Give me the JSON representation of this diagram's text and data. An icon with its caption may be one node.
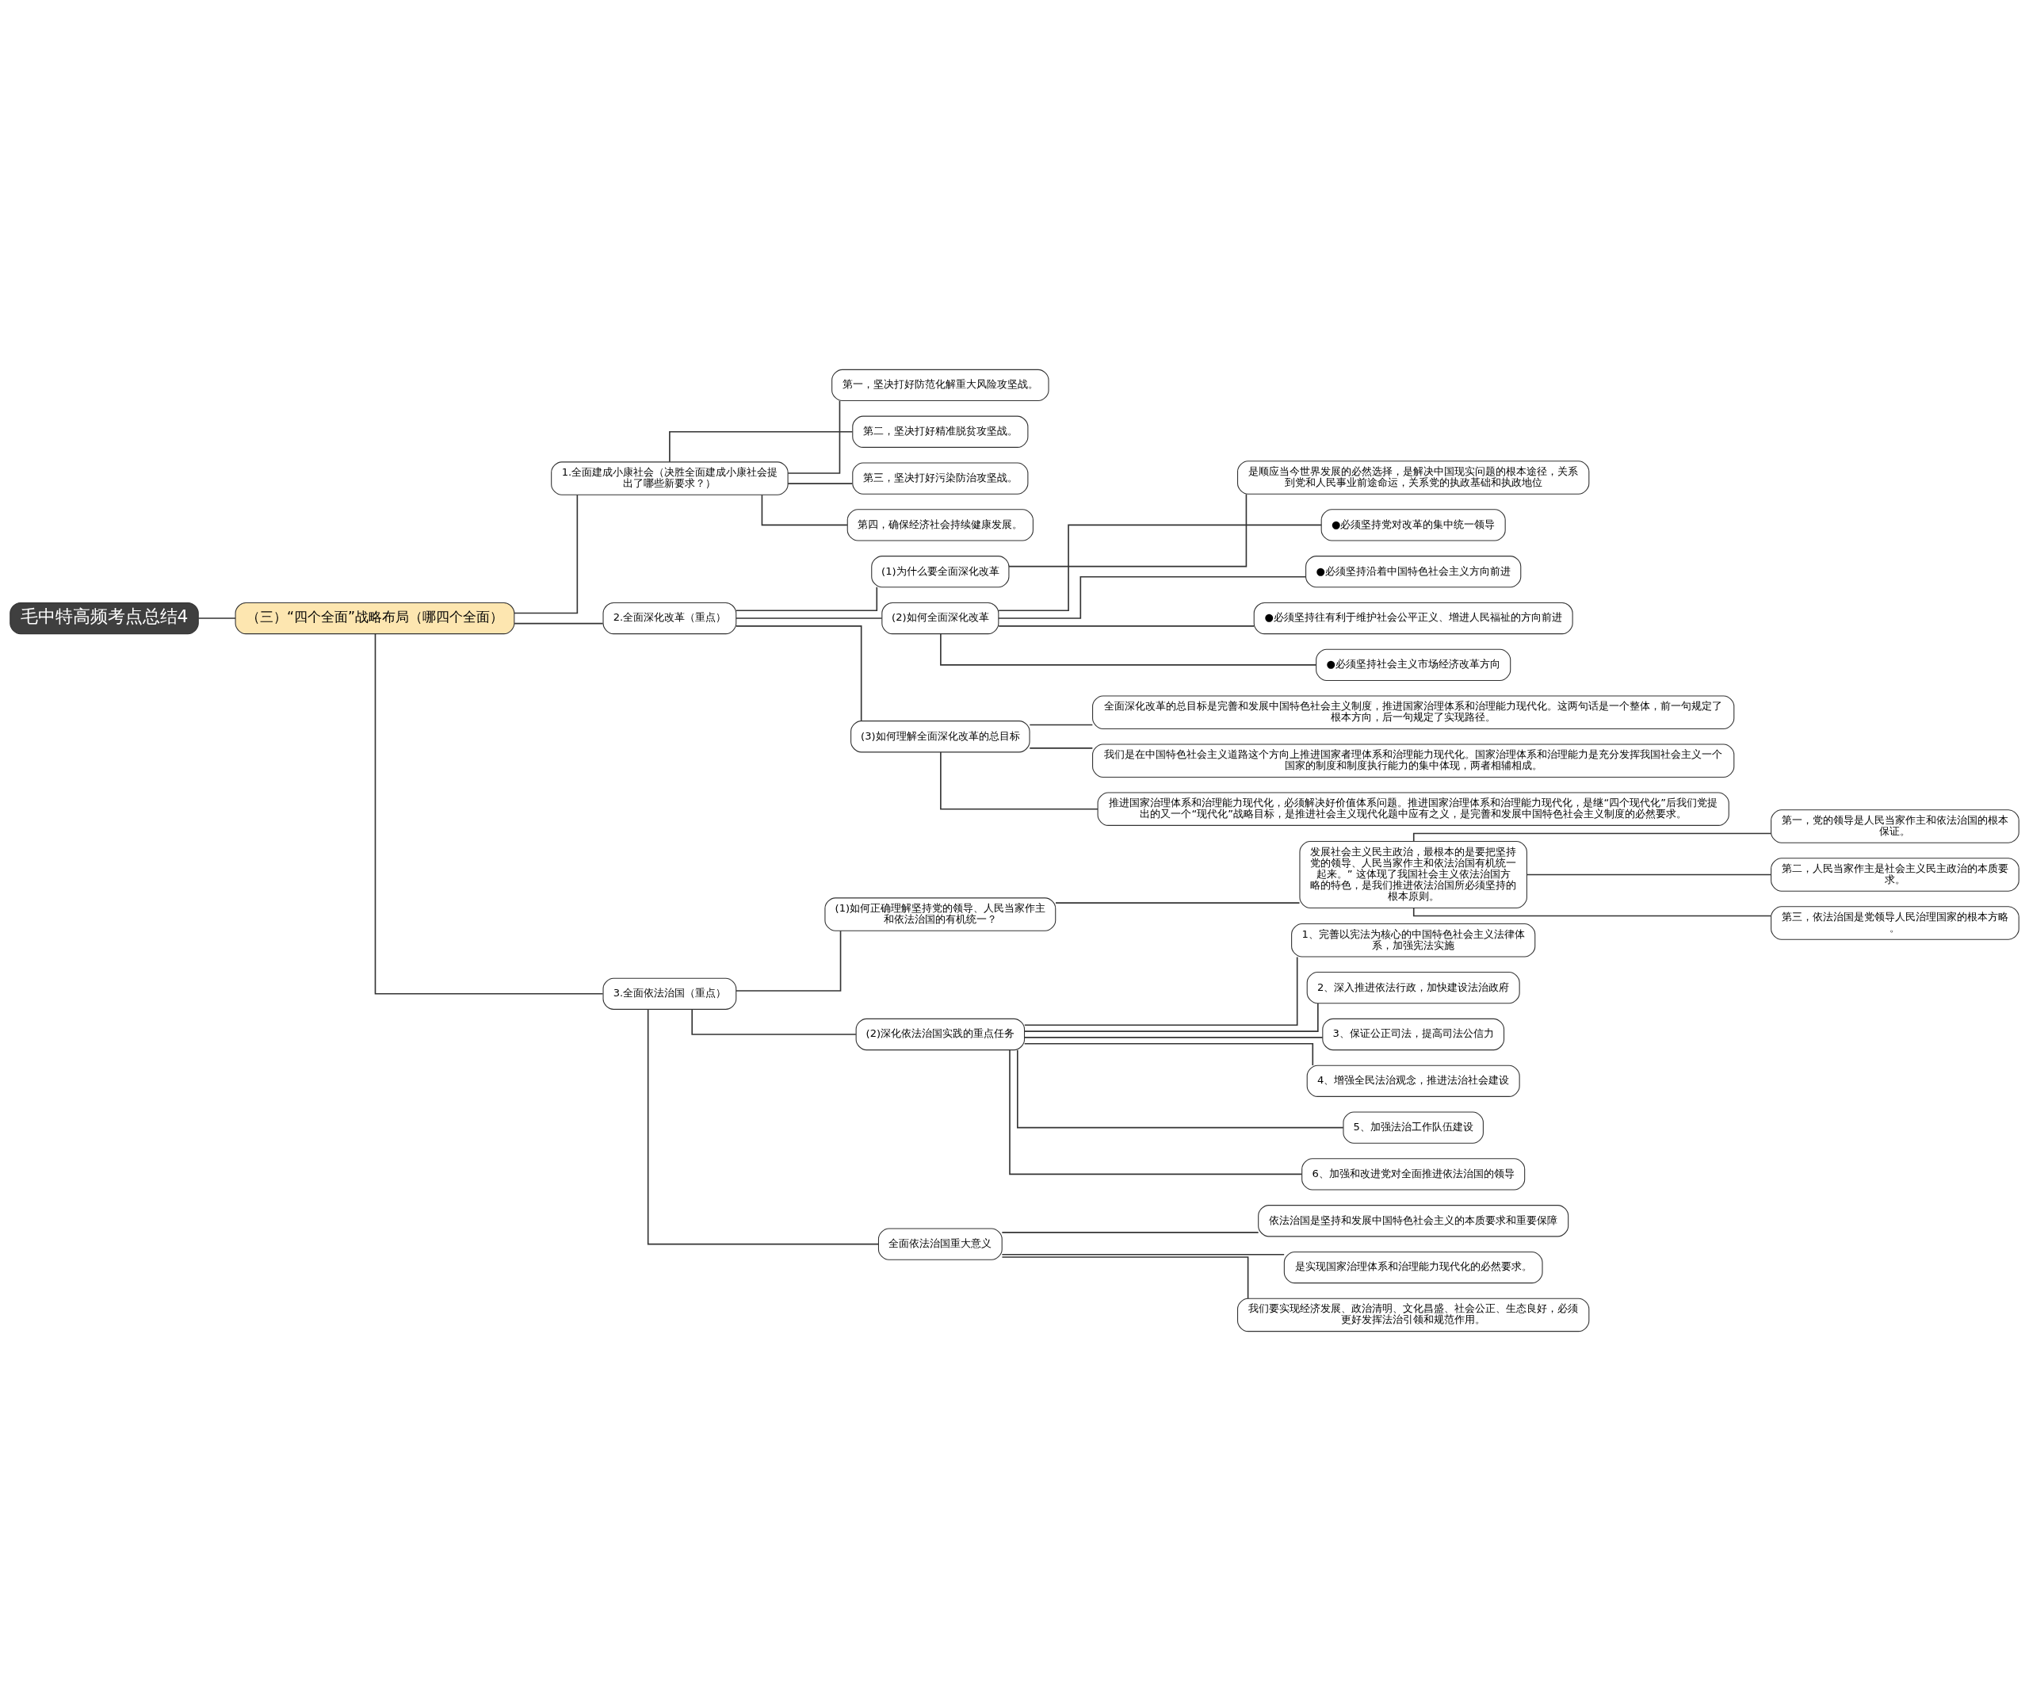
{
  "diagram": {
    "nodes": [
      {
        "text": [
          "毛中特高频考点总结4"
        ]
      },
      {
        "text": [
          "（三）“四个全面”战略布局（哪四个全面）"
        ]
      },
      {
        "text": [
          "1.全面建成小康社会（决胜全面建成小康社会提出了哪些新要求？）"
        ]
      },
      {
        "text": [
          "第一，坚决打好防范化解重大风险攻坚战。"
        ]
      },
      {
        "text": [
          "第二，坚决打好精准脱贫攻坚战。"
        ]
      },
      {
        "text": [
          "第三，坚决打好污染防治攻坚战。"
        ]
      },
      {
        "text": [
          "第四，确保经济社会持续健康发展。"
        ]
      },
      {
        "text": [
          "2.全面深化改革（重点）"
        ]
      },
      {
        "text": [
          "(1)为什么要全面深化改革"
        ]
      },
      {
        "text": [
          "是顺应当今世界发展的必然选择，是解决中国现实问题的根本途径，关系到党和人民事业前途命运，关系党的执政基础和执政地位"
        ]
      },
      {
        "text": [
          "(2)如何全面深化改革"
        ]
      },
      {
        "text": [
          "●必须坚持党对改革的集中统一领导"
        ]
      },
      {
        "text": [
          "●必须坚持沿着中国特色社会主义方向前进"
        ]
      },
      {
        "text": [
          "●必须坚持往有利于维护社会公平正义、增进人民福祉的方向前进"
        ]
      },
      {
        "text": [
          "●必须坚持社会主义市场经济改革方向"
        ]
      },
      {
        "text": [
          "(3)如何理解全面深化改革的总目标"
        ]
      },
      {
        "text": [
          "全面深化改革的总目标是完善和发展中国特色社会主义制度，推进国家治理体系和治理能力现代化。这两句话是一个整体，前一句规定了根本方向，后一句规定了实现路径。"
        ]
      },
      {
        "text": [
          "我们是在中国特色社会主义道路这个方向上推进国家者理体系和治理能力现代化。国家治理体系和治理能力是充分发挥我国社会主义一个国家的制度和制度执行能力的集中体现，两者相辅相成。"
        ]
      },
      {
        "text": [
          "推进国家治理体系和治理能力现代化，必须解决好价值体系问题。推进国家治理体系和治理能力现代化，是继“四个现代化”后我们党提出的又一个“现代化”战略目标，是推进社会主义现代化题中应有之义，是完善和发展中国特色社会主义制度的必然要求。"
        ]
      },
      {
        "text": [
          "3.全面依法治国（重点）"
        ]
      },
      {
        "text": [
          "(1)如何正确理解坚持党的领导、人民当家作主和依法治国的有机统一？"
        ]
      },
      {
        "text": [
          "发展社会主义民主政治，最根本的是要把坚持党的领导、人民当家作主和依法治国有机统一起来。” 这体现了我国社会主义依法治国方略的特色，是我们推进依法治国所必须坚持的根本原则。"
        ]
      },
      {
        "text": [
          "第一，党的领导是人民当家作主和依法治国的根本保证。"
        ]
      },
      {
        "text": [
          "第二，人民当家作主是社会主义民主政治的本质要求。"
        ]
      },
      {
        "text": [
          "第三，依法治国是党领导人民治理国家的根本方略。"
        ]
      },
      {
        "text": [
          "(2)深化依法治国实践的重点任务"
        ]
      },
      {
        "text": [
          "1、完善以宪法为核心的中国特色社会主义法律体系，加强宪法实施"
        ]
      },
      {
        "text": [
          "2、深入推进依法行政，加快建设法治政府"
        ]
      },
      {
        "text": [
          "3、保证公正司法，提高司法公信力"
        ]
      },
      {
        "text": [
          "4、增强全民法治观念，推进法治社会建设"
        ]
      },
      {
        "text": [
          "5、加强法治工作队伍建设"
        ]
      },
      {
        "text": [
          "6、加强和改进党对全面推进依法治国的领导"
        ]
      },
      {
        "text": [
          "全面依法治国重大意义"
        ]
      },
      {
        "text": [
          "依法治国是坚持和发展中国特色社会主义的本质要求和重要保障"
        ]
      },
      {
        "text": [
          "是实现国家治理体系和治理能力现代化的必然要求。"
        ]
      },
      {
        "text": [
          "我们要实现经济发展、政治清明、文化昌盛、社会公正、生态良好，必须更好发挥法治引领和规范作用。"
        ]
      }
    ],
    "edges": [
      {
        "from": 0,
        "to": 1,
        "arrow": "none"
      },
      {
        "from": 1,
        "to": 2,
        "arrow": "none"
      },
      {
        "from": 2,
        "to": 3,
        "arrow": "none"
      },
      {
        "from": 2,
        "to": 4,
        "arrow": "none"
      },
      {
        "from": 2,
        "to": 5,
        "arrow": "none"
      },
      {
        "from": 2,
        "to": 6,
        "arrow": "none"
      },
      {
        "from": 1,
        "to": 7,
        "arrow": "none"
      },
      {
        "from": 7,
        "to": 8,
        "arrow": "none"
      },
      {
        "from": 8,
        "to": 9,
        "arrow": "none"
      },
      {
        "from": 7,
        "to": 10,
        "arrow": "none"
      },
      {
        "from": 10,
        "to": 11,
        "arrow": "none"
      },
      {
        "from": 10,
        "to": 12,
        "arrow": "none"
      },
      {
        "from": 10,
        "to": 13,
        "arrow": "none"
      },
      {
        "from": 10,
        "to": 14,
        "arrow": "none"
      },
      {
        "from": 7,
        "to": 15,
        "arrow": "none"
      },
      {
        "from": 15,
        "to": 16,
        "arrow": "none"
      },
      {
        "from": 15,
        "to": 17,
        "arrow": "none"
      },
      {
        "from": 15,
        "to": 18,
        "arrow": "none"
      },
      {
        "from": 1,
        "to": 19,
        "arrow": "none"
      },
      {
        "from": 19,
        "to": 20,
        "arrow": "none"
      },
      {
        "from": 20,
        "to": 21,
        "arrow": "none"
      },
      {
        "from": 21,
        "to": 22,
        "arrow": "none"
      },
      {
        "from": 21,
        "to": 23,
        "arrow": "none"
      },
      {
        "from": 21,
        "to": 24,
        "arrow": "none"
      },
      {
        "from": 19,
        "to": 25,
        "arrow": "none"
      },
      {
        "from": 25,
        "to": 26,
        "arrow": "none"
      },
      {
        "from": 25,
        "to": 27,
        "arrow": "none"
      },
      {
        "from": 25,
        "to": 28,
        "arrow": "none"
      },
      {
        "from": 25,
        "to": 29,
        "arrow": "none"
      },
      {
        "from": 25,
        "to": 30,
        "arrow": "none"
      },
      {
        "from": 25,
        "to": 31,
        "arrow": "none"
      },
      {
        "from": 19,
        "to": 32,
        "arrow": "none"
      },
      {
        "from": 32,
        "to": 33,
        "arrow": "none"
      },
      {
        "from": 32,
        "to": 34,
        "arrow": "none"
      },
      {
        "from": 32,
        "to": 35,
        "arrow": "none"
      }
    ]
  }
}
